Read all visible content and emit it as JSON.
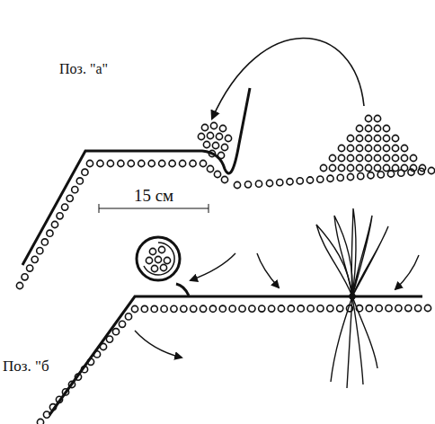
{
  "diagram": {
    "labels": [
      "Поз. \"а\"",
      "15 см",
      "Поз. \"б"
    ]
  }
}
